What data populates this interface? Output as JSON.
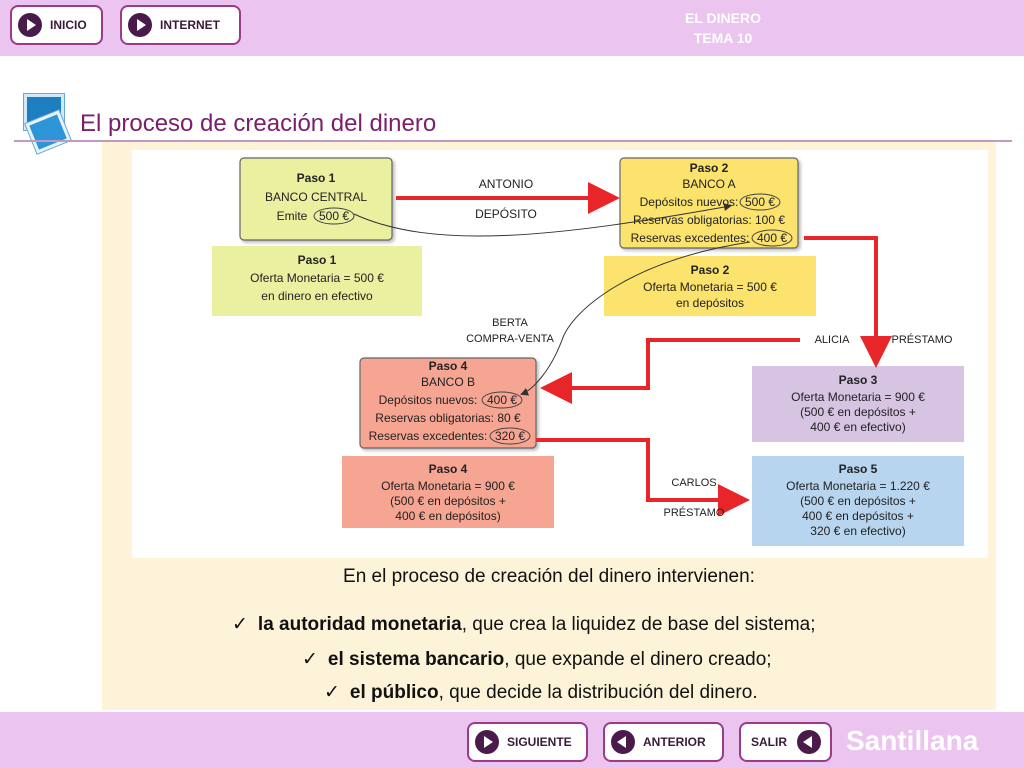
{
  "header": {
    "inicio_label": "INICIO",
    "internet_label": "INTERNET",
    "title_line1": "EL DINERO",
    "title_line2": "TEMA 10"
  },
  "slide": {
    "title": "El proceso de creación del dinero"
  },
  "diagram": {
    "paso1_box": {
      "title": "Paso 1",
      "line1": "BANCO CENTRAL",
      "line2_prefix": "Emite",
      "line2_value": "500 €"
    },
    "paso1_summary": {
      "title": "Paso 1",
      "line1": "Oferta Monetaria = 500 €",
      "line2": "en dinero en efectivo"
    },
    "paso2_box": {
      "title": "Paso 2",
      "line1": "BANCO A",
      "line2_prefix": "Depósitos nuevos:",
      "line2_value": "500 €",
      "line3": "Reservas obligatorias: 100 €",
      "line4_prefix": "Reservas excedentes:",
      "line4_value": "400 €"
    },
    "paso2_summary": {
      "title": "Paso 2",
      "line1": "Oferta Monetaria = 500 €",
      "line2": "en depósitos"
    },
    "paso3_summary": {
      "title": "Paso 3",
      "line1": "Oferta Monetaria = 900 €",
      "line2": "(500 € en depósitos +",
      "line3": "400 € en efectivo)"
    },
    "paso4_box": {
      "title": "Paso 4",
      "line1": "BANCO B",
      "line2_prefix": "Depósitos nuevos:",
      "line2_value": "400 €",
      "line3": "Reservas obligatorias: 80 €",
      "line4_prefix": "Reservas excedentes:",
      "line4_value": "320 €"
    },
    "paso4_summary": {
      "title": "Paso 4",
      "line1": "Oferta Monetaria = 900 €",
      "line2": "(500 € en depósitos +",
      "line3": "400 € en depósitos)"
    },
    "paso5_summary": {
      "title": "Paso 5",
      "line1": "Oferta Monetaria = 1.220 €",
      "line2": "(500 € en depósitos +",
      "line3": "400 € en depósitos +",
      "line4": "320 € en efectivo)"
    },
    "labels": {
      "antonio": "ANTONIO",
      "deposito": "DEPÓSITO",
      "berta": "BERTA",
      "compraventa": "COMPRA-VENTA",
      "alicia": "ALICIA",
      "prestamo1": "PRÉSTAMO",
      "carlos": "CARLOS",
      "prestamo2": "PRÉSTAMO"
    },
    "colors": {
      "arrow": "#e8262a",
      "paso1_fill": "#eaf0a0",
      "paso2_fill": "#fbe36e",
      "paso3_fill": "#d6c4e2",
      "paso4_fill": "#f7a593",
      "paso5_fill": "#b7d5ee"
    }
  },
  "text": {
    "intro": "En el proceso de creación del dinero intervienen:",
    "bullets": [
      {
        "bold": "la autoridad monetaria",
        "rest": ", que crea la liquidez de base del sistema;"
      },
      {
        "bold": "el sistema bancario",
        "rest": ", que expande el dinero creado;"
      },
      {
        "bold": "el público",
        "rest": ", que decide la distribución del dinero."
      }
    ]
  },
  "footer": {
    "siguiente_label": "SIGUIENTE",
    "anterior_label": "ANTERIOR",
    "salir_label": "SALIR",
    "brand": "Santillana"
  }
}
